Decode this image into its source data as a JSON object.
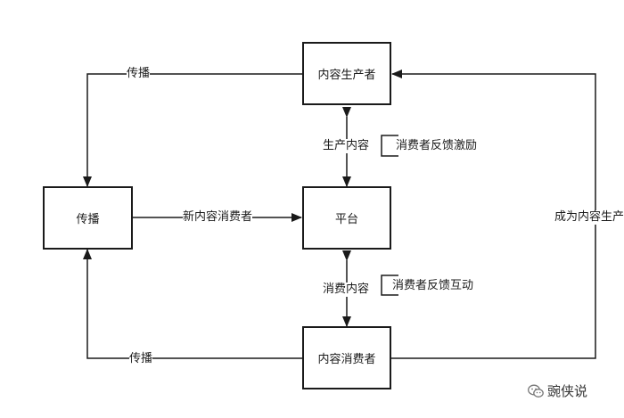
{
  "nodes": {
    "producer": "内容生产者",
    "spread": "传播",
    "platform": "平台",
    "consumer": "内容消费者"
  },
  "edges": {
    "producer_to_spread": "传播",
    "spread_to_platform": "新内容消费者",
    "producer_platform": "生产内容",
    "platform_consumer": "消费内容",
    "consumer_to_spread": "传播",
    "consumer_to_producer": "成为内容生产"
  },
  "notes": {
    "producer_feedback": "消费者反馈激励",
    "consumer_feedback": "消费者反馈互动"
  },
  "watermark": {
    "icon": "wechat-icon",
    "text": "豌侠说"
  }
}
